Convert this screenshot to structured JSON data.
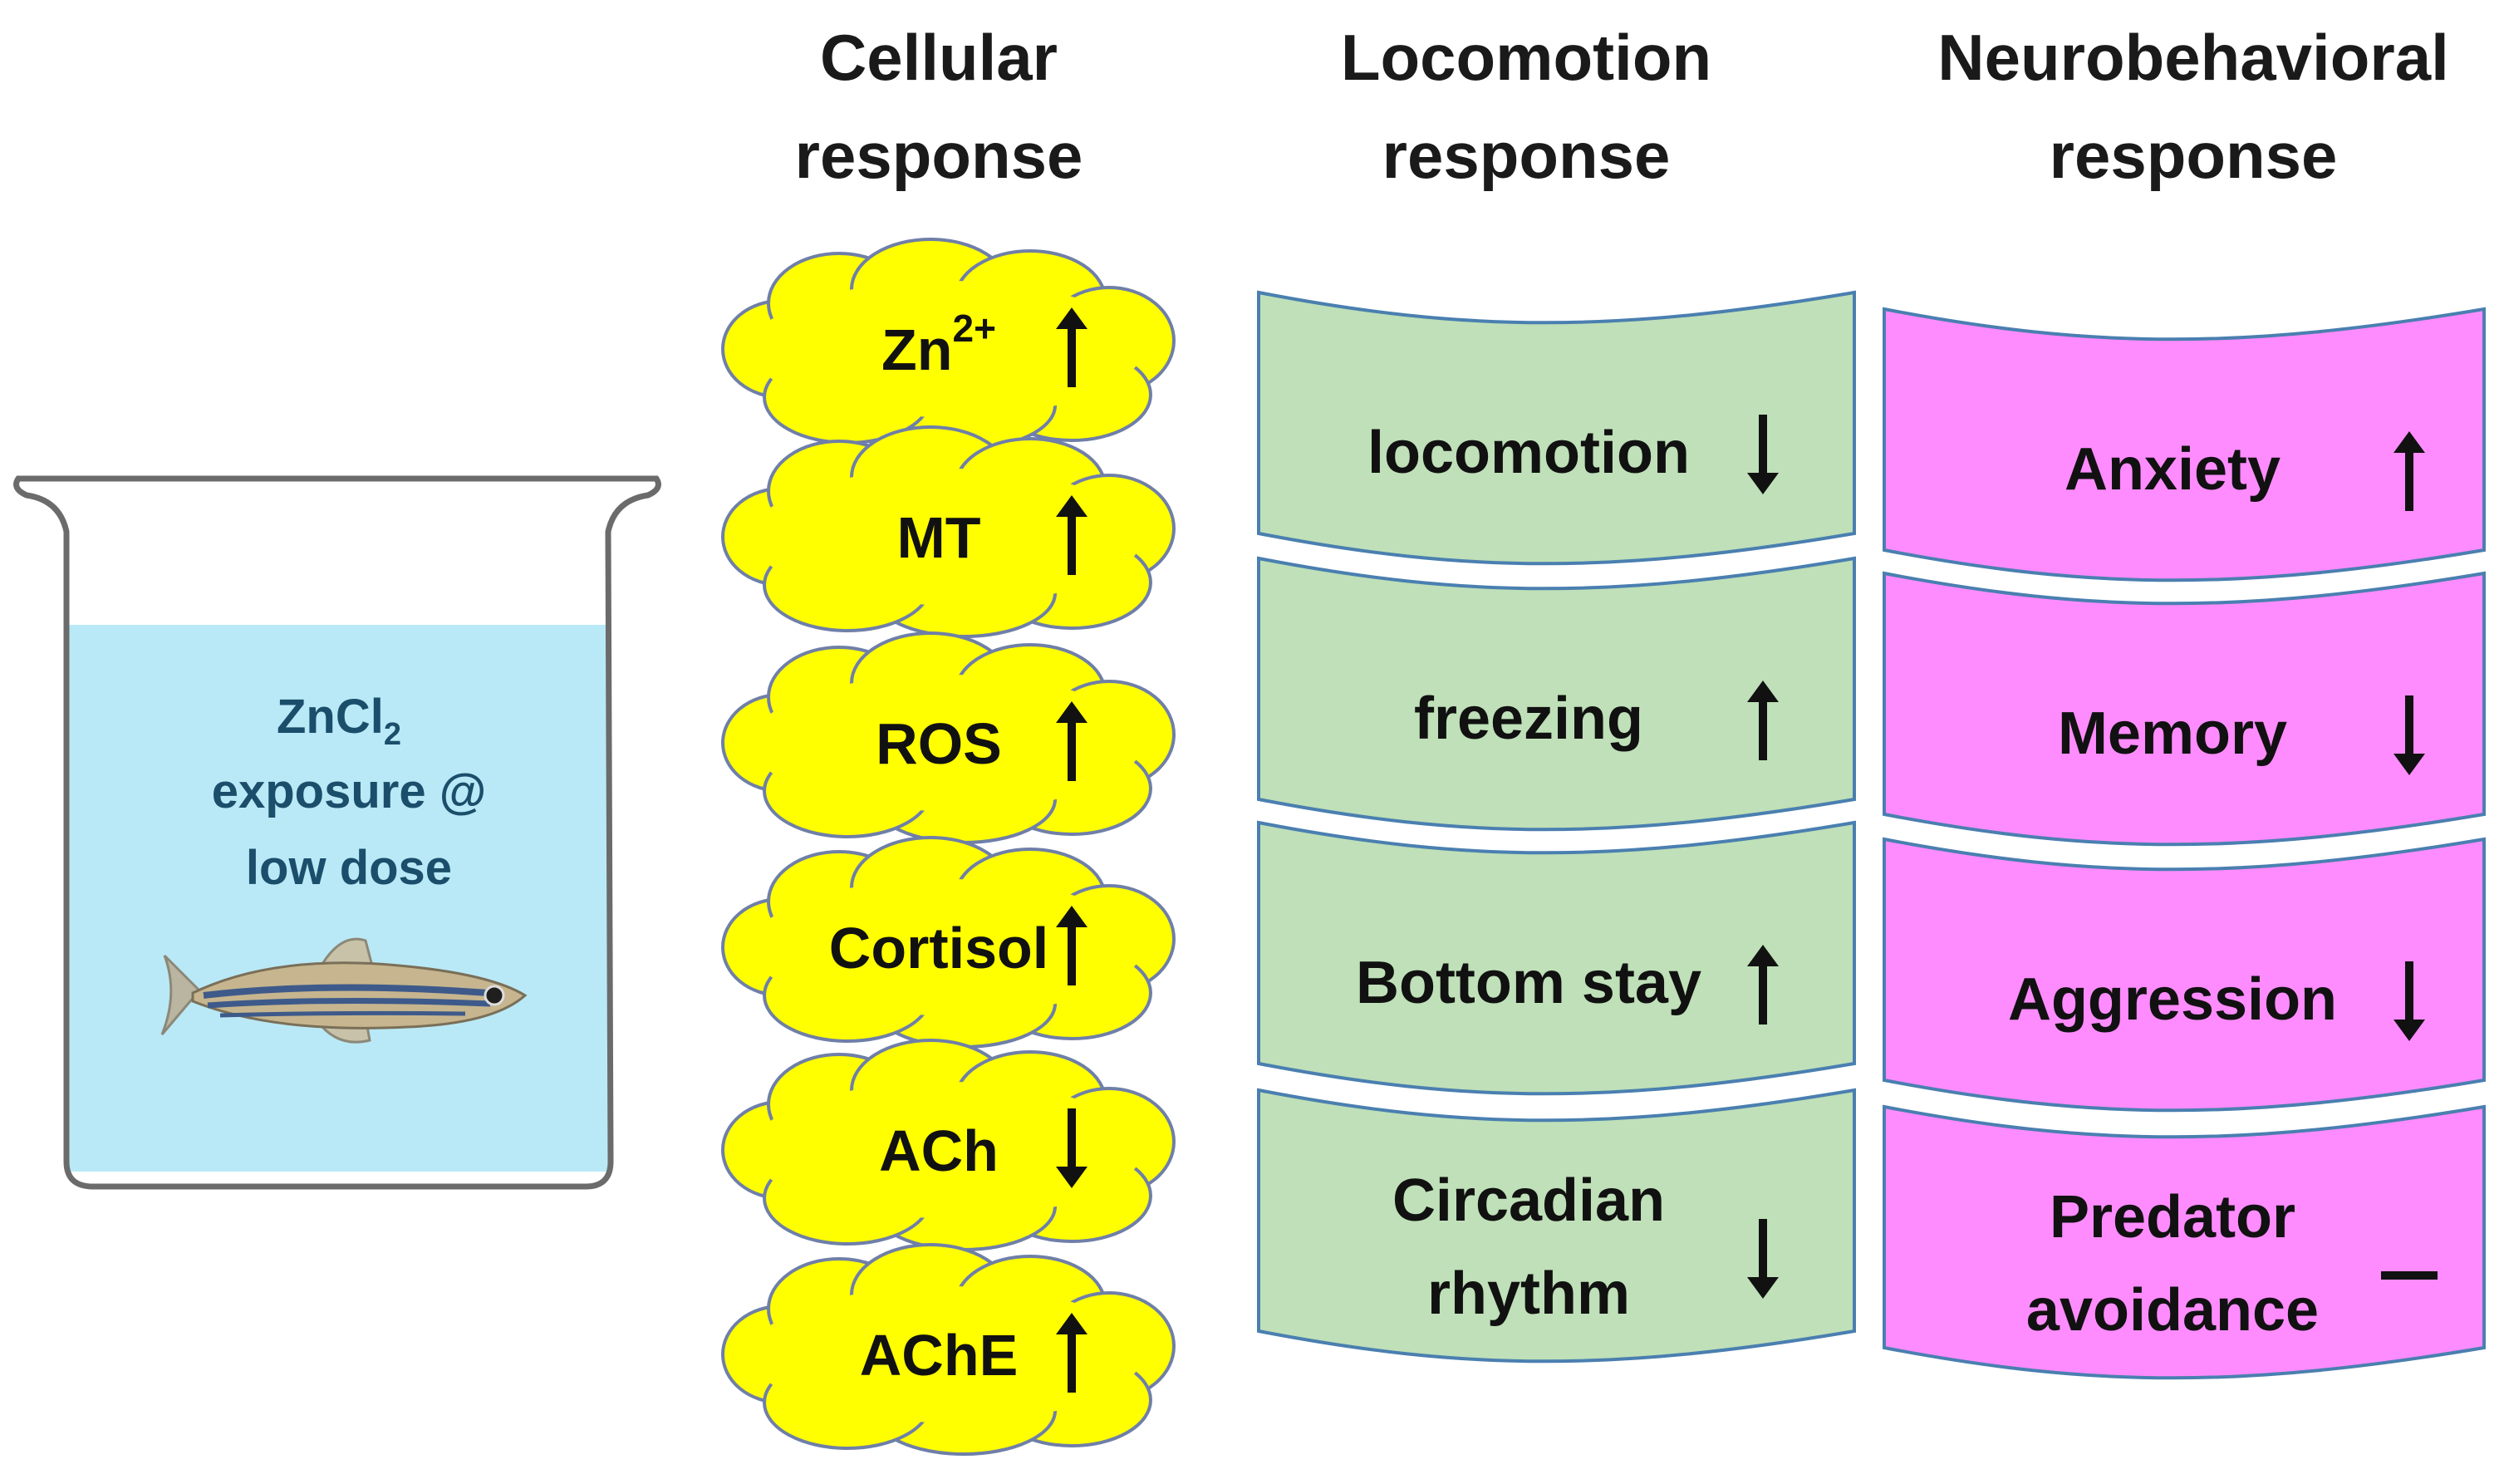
{
  "headers": {
    "cellular": [
      "Cellular",
      "response"
    ],
    "locomotion": [
      "Locomotion",
      "response"
    ],
    "neuro": [
      "Neurobehavioral",
      "response"
    ]
  },
  "beaker": {
    "line1_main": "ZnCl",
    "line1_sub": "2",
    "line2": "exposure @",
    "line3": "low dose",
    "water_color": "#b9e9f6"
  },
  "cellular": [
    {
      "label": "Zn",
      "sup": "2+",
      "direction": "up"
    },
    {
      "label": "MT",
      "sup": "",
      "direction": "up"
    },
    {
      "label": "ROS",
      "sup": "",
      "direction": "up"
    },
    {
      "label": "Cortisol",
      "sup": "",
      "direction": "up"
    },
    {
      "label": "ACh",
      "sup": "",
      "direction": "down"
    },
    {
      "label": "AChE",
      "sup": "",
      "direction": "up"
    }
  ],
  "locomotion": [
    {
      "lines": [
        "locomotion"
      ],
      "direction": "down"
    },
    {
      "lines": [
        "freezing"
      ],
      "direction": "up"
    },
    {
      "lines": [
        "Bottom stay"
      ],
      "direction": "up"
    },
    {
      "lines": [
        "Circadian",
        "rhythm"
      ],
      "direction": "down"
    }
  ],
  "neuro": [
    {
      "lines": [
        "Anxiety"
      ],
      "direction": "up"
    },
    {
      "lines": [
        "Memory"
      ],
      "direction": "down"
    },
    {
      "lines": [
        "Aggression"
      ],
      "direction": "down"
    },
    {
      "lines": [
        "Predator",
        "avoidance"
      ],
      "direction": "none"
    }
  ],
  "colors": {
    "cloud_fill": "#ffff00",
    "locomotion_fill": "#bfe0b8",
    "neuro_fill": "#ff8cff",
    "banner_stroke": "#4a7fb0"
  }
}
